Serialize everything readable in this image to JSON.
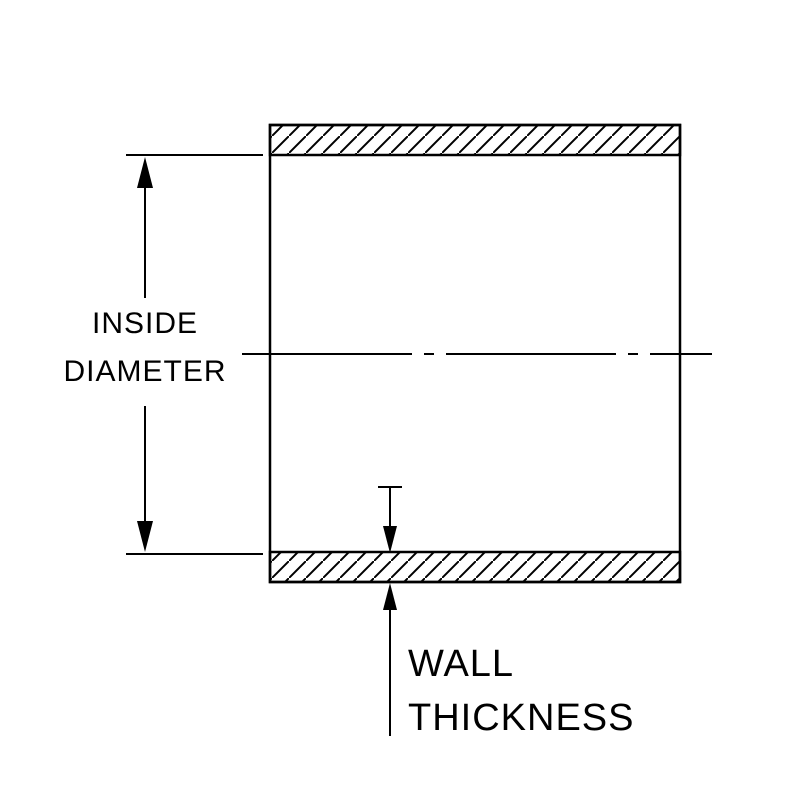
{
  "diagram": {
    "labels": {
      "inside_diameter_line1": "INSIDE",
      "inside_diameter_line2": "DIAMETER",
      "wall_line1": "WALL",
      "wall_line2": "THICKNESS"
    },
    "colors": {
      "line": "#000000",
      "background": "#ffffff"
    }
  }
}
